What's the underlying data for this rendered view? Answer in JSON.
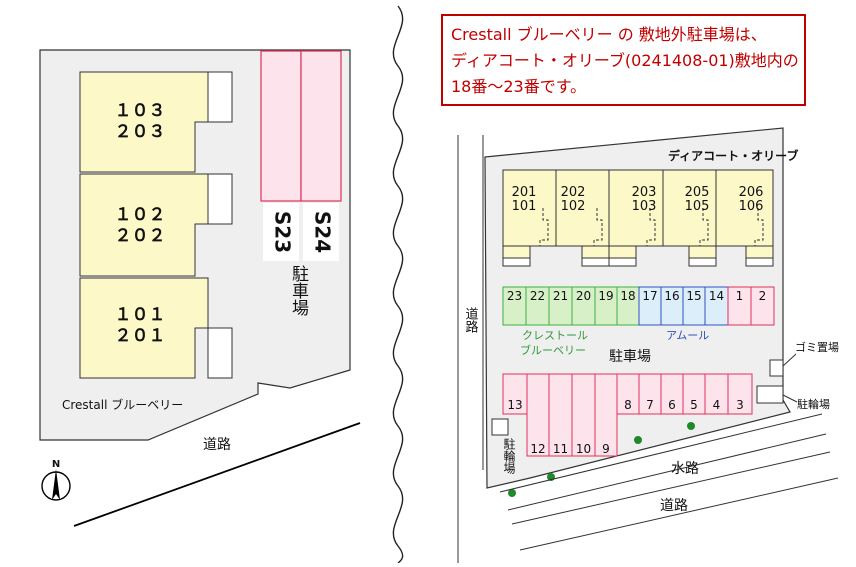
{
  "left_map": {
    "buildings": [
      {
        "label_top": "１０３",
        "label_bottom": "２０３"
      },
      {
        "label_top": "１０２",
        "label_bottom": "２０２"
      },
      {
        "label_top": "１０１",
        "label_bottom": "２０１"
      }
    ],
    "spaces": [
      "S23",
      "S24"
    ],
    "parking_label": "駐車場",
    "property_name": "Crestall ブルーベリー",
    "road_label": "道路",
    "north_label": "N"
  },
  "note": {
    "lines": [
      "Crestall ブルーベリー の 敷地外駐車場は、",
      "ディアコート・オリーブ(0241408-01)敷地内の",
      "18番〜23番です。"
    ]
  },
  "right_map": {
    "property_name": "ディアコート・オリーブ",
    "units": [
      {
        "top": "201",
        "bottom": "101"
      },
      {
        "top": "202",
        "bottom": "102"
      },
      {
        "top": "203",
        "bottom": "103"
      },
      {
        "top": "205",
        "bottom": "105"
      },
      {
        "top": "206",
        "bottom": "106"
      }
    ],
    "green_spaces": [
      "23",
      "22",
      "21",
      "20",
      "19",
      "18"
    ],
    "blue_spaces": [
      "17",
      "16",
      "15",
      "14"
    ],
    "pink_top_spaces": [
      "1",
      "2"
    ],
    "pink_right_spaces": [
      "8",
      "7",
      "6",
      "5",
      "4",
      "3"
    ],
    "pink_bottom_spaces": [
      "12",
      "11",
      "10",
      "9"
    ],
    "space_13": "13",
    "crestall_label_1": "クレストール",
    "crestall_label_2": "ブルーベリー",
    "amour_label": "アムール",
    "parking_label": "駐車場",
    "garbage_label": "ゴミ置場",
    "bike_label_right": "駐輪場",
    "bike_label_left": "駐輪場",
    "waterway_label": "水路",
    "road_label_bottom": "道路",
    "road_label_left": "道路"
  },
  "colors": {
    "building_fill": "#fcf8c8",
    "pink_fill": "#fde3ec",
    "pink_stroke": "#e0305a",
    "green_fill": "#d8f0c8",
    "green_stroke": "#3cb043",
    "blue_fill": "#dceefa",
    "blue_stroke": "#3050c0",
    "note_red": "#c00000",
    "site_gray": "#efefef",
    "tree_green": "#1f8a2a",
    "amour_text": "#3050c0",
    "crestall_text": "#2e9a3a"
  }
}
